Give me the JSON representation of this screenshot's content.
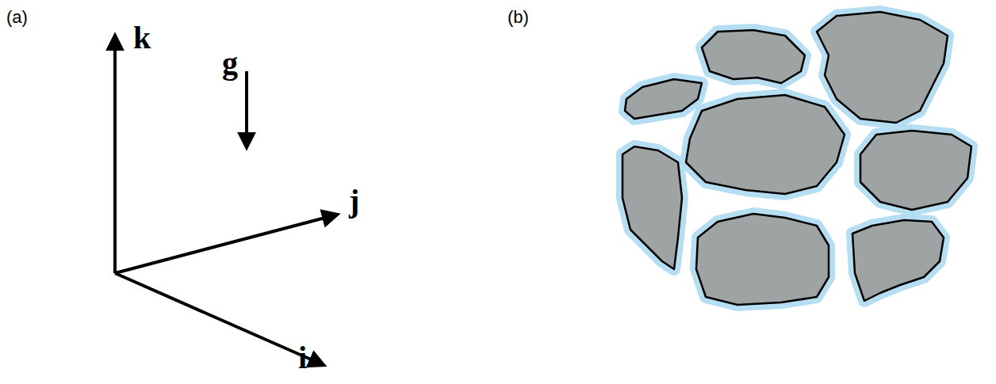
{
  "diagram": {
    "labels": [
      "(a)",
      "(b)",
      "k",
      "g",
      "j",
      "i"
    ]
  }
}
